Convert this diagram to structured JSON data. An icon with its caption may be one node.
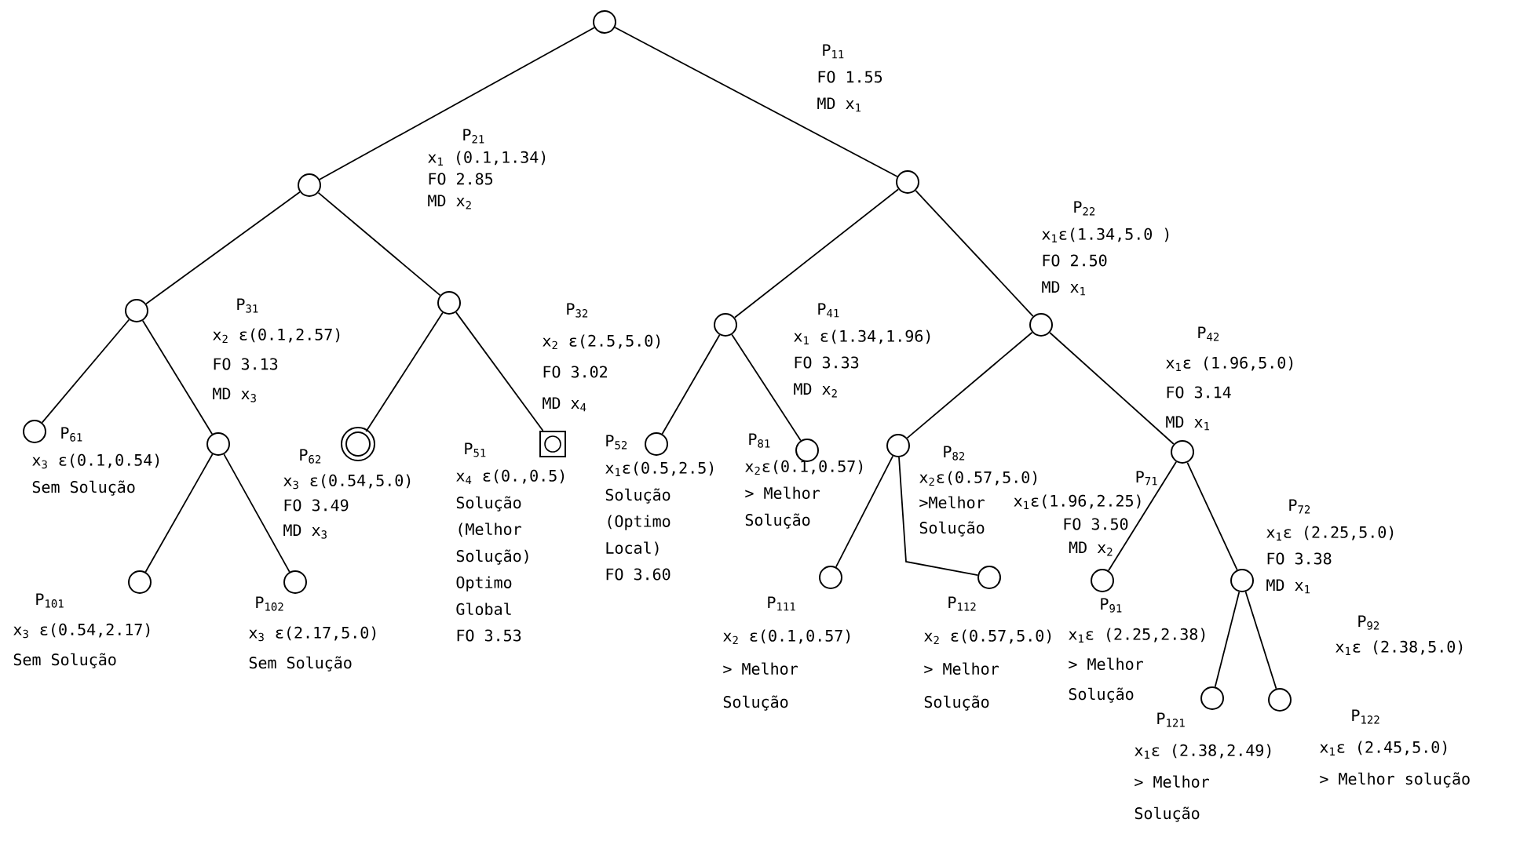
{
  "diagram": {
    "nodes": [
      {
        "text": [],
        "shape": "circle",
        "beside": [
          "P$_{11}$",
          "FO 1.55",
          "MD x$_{1}$"
        ]
      },
      {
        "text": [],
        "shape": "circle",
        "beside": [
          "P$_{21}$",
          "x$_{1}$  (0.1,1.34)",
          "FO 2.85",
          "MD x$_{2}$"
        ]
      },
      {
        "text": [],
        "shape": "circle"
      },
      {
        "text": [],
        "shape": "circle",
        "beside": [
          "P$_{31}$",
          "x$_{2}$ ε(0.1,2.57)",
          "FO 3.13",
          "MD x$_{3}$"
        ]
      },
      {
        "text": [],
        "shape": "circle",
        "beside": [
          "P$_{32}$",
          "x$_{2}$ ε(2.5,5.0)",
          "FO 3.02",
          "MD x$_{4}$"
        ]
      },
      {
        "text": [],
        "shape": "circle",
        "beside": [
          "P$_{41}$",
          "x$_{1}$ ε(1.34,1.96)",
          "FO 3.33",
          "MD x$_{2}$"
        ]
      },
      {
        "text": [],
        "shape": "circle",
        "beside": [
          "P$_{22}$",
          "x$_{1}$ε(1.34,5.0 )",
          "FO 2.50",
          "MD x$_{1}$"
        ]
      },
      {
        "text": [],
        "shape": "circle",
        "beside": [
          "P$_{61}$",
          "x$_{3}$ ε(0.1,0.54)",
          "Sem Solução"
        ]
      },
      {
        "text": [],
        "shape": "circle"
      },
      {
        "text": [],
        "shape": "ring",
        "beside": [
          "P$_{62}$",
          "x$_{3}$ ε(0.54,5.0)",
          "FO 3.49",
          "MD x$_{3}$"
        ]
      },
      {
        "text": [],
        "shape": "box",
        "beside": [
          "P$_{51}$",
          "x$_{4}$ ε(0.,0.5)",
          "Solução",
          "(Melhor",
          "Solução)",
          "Optimo",
          "Global",
          "FO 3.53"
        ]
      },
      {
        "text": [],
        "shape": "circle",
        "beside": [
          "P$_{52}$",
          "x$_{1}$ε(0.5,2.5)",
          "Solução",
          "(Optimo",
          "Local)",
          "FO 3.60"
        ]
      },
      {
        "text": [],
        "shape": "circle",
        "beside": [
          "P$_{81}$",
          "x$_{2}$ε(0.1,0.57)",
          "> Melhor",
          "Solução"
        ]
      },
      {
        "text": [],
        "shape": "circle",
        "beside": [
          "P$_{82}$",
          "x$_{2}$ε(0.57,5.0)",
          ">Melhor",
          "Solução"
        ]
      },
      {
        "text": [],
        "shape": "circle",
        "beside": [
          "P$_{42}$",
          "x$_{1}$ε (1.96,5.0)",
          "FO 3.14",
          "MD x$_{1}$"
        ]
      },
      {
        "text": [],
        "shape": "circle",
        "beside": [
          "P$_{101}$",
          "x$_{3}$ ε(0.54,2.17)",
          "Sem Solução"
        ]
      },
      {
        "text": [],
        "shape": "circle",
        "beside": [
          "P$_{102}$",
          "x$_{3}$ ε(2.17,5.0)",
          "Sem Solução"
        ]
      },
      {
        "text": [],
        "shape": "circle",
        "beside": [
          "P$_{111}$",
          "x$_{2}$ ε(0.1,0.57)",
          "> Melhor",
          "Solução"
        ]
      },
      {
        "text": [],
        "shape": "circle",
        "beside": [
          "P$_{112}$",
          "x$_{2}$ ε(0.57,5.0)",
          "> Melhor",
          "Solução"
        ]
      },
      {
        "text": [],
        "shape": "circle",
        "beside": [
          "P$_{71}$",
          "x$_{1}$ε(1.96,2.25)",
          "FO 3.50",
          "MD x$_{2}$",
          "P$_{91}$",
          "x$_{1}$ε (2.25,2.38)",
          "> Melhor",
          "Solução"
        ]
      },
      {
        "text": [],
        "shape": "circle",
        "beside": [
          "P$_{72}$",
          "x$_{1}$ε (2.25,5.0)",
          "FO 3.38",
          "MD x$_{1}$"
        ]
      },
      {
        "text": [],
        "shape": "circle",
        "beside": [
          "P$_{121}$",
          "x$_{1}$ε (2.38,2.49)",
          "> Melhor",
          "Solução"
        ]
      },
      {
        "text": [],
        "shape": "circle",
        "beside": [
          "P$_{92}$",
          "x$_{1}$ε (2.38,5.0)",
          "P$_{122}$",
          "x$_{1}$ε (2.45,5.0)",
          "> Melhor solução"
        ]
      }
    ],
    "edges": [
      {
        "from": 0,
        "to": 1,
        "arrow": "none"
      },
      {
        "from": 0,
        "to": 2,
        "arrow": "none"
      },
      {
        "from": 1,
        "to": 3,
        "arrow": "none"
      },
      {
        "from": 1,
        "to": 4,
        "arrow": "none"
      },
      {
        "from": 2,
        "to": 5,
        "arrow": "none"
      },
      {
        "from": 2,
        "to": 6,
        "arrow": "none"
      },
      {
        "from": 3,
        "to": 7,
        "arrow": "none"
      },
      {
        "from": 3,
        "to": 8,
        "arrow": "none"
      },
      {
        "from": 4,
        "to": 9,
        "arrow": "none"
      },
      {
        "from": 4,
        "to": 10,
        "arrow": "none"
      },
      {
        "from": 5,
        "to": 11,
        "arrow": "none"
      },
      {
        "from": 5,
        "to": 12,
        "arrow": "none"
      },
      {
        "from": 6,
        "to": 13,
        "arrow": "none"
      },
      {
        "from": 6,
        "to": 14,
        "arrow": "none"
      },
      {
        "from": 8,
        "to": 15,
        "arrow": "none"
      },
      {
        "from": 8,
        "to": 16,
        "arrow": "none"
      },
      {
        "from": 13,
        "to": 17,
        "arrow": "none"
      },
      {
        "from": 13,
        "to": 18,
        "arrow": "none"
      },
      {
        "from": 14,
        "to": 19,
        "arrow": "none"
      },
      {
        "from": 14,
        "to": 20,
        "arrow": "none"
      },
      {
        "from": 20,
        "to": 21,
        "arrow": "none"
      },
      {
        "from": 20,
        "to": 22,
        "arrow": "none"
      }
    ]
  }
}
